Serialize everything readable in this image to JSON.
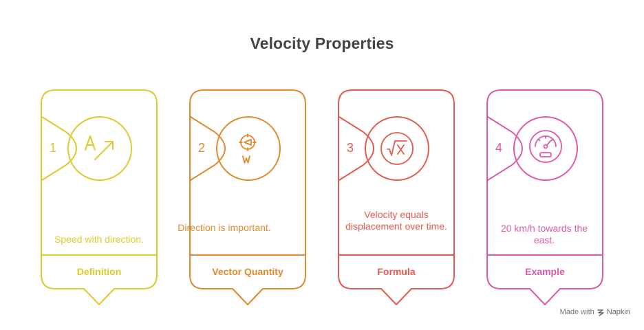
{
  "title": "Velocity Properties",
  "cards": [
    {
      "number": "1",
      "text": "Speed with direction.",
      "label": "Definition",
      "color": "#DCCA2A",
      "icon": "speed-direction-icon"
    },
    {
      "number": "2",
      "text": "Direction is important.",
      "label": "Vector Quantity",
      "color": "#E0892F",
      "icon": "compass-icon"
    },
    {
      "number": "3",
      "text": "Velocity equals displacement over time.",
      "label": "Formula",
      "color": "#E25B4E",
      "icon": "square-root-icon"
    },
    {
      "number": "4",
      "text": "20 km/h towards the east.",
      "label": "Example",
      "color": "#DC5AA8",
      "icon": "speedometer-icon"
    }
  ],
  "watermark": {
    "prefix": "Made with",
    "brand": "Napkin",
    "icon": "napkin-logo-icon"
  }
}
